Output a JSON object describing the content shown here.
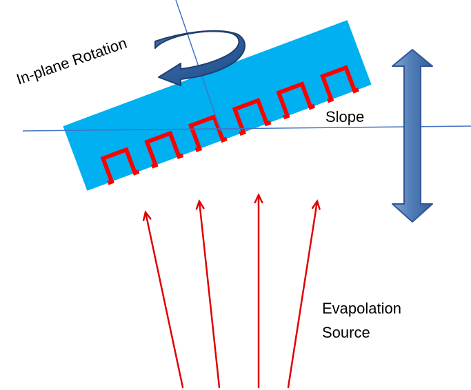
{
  "labels": {
    "rotation": "In-plane Rotation",
    "slope": "Slope",
    "source_line1": "Evapolation",
    "source_line2": "Source"
  },
  "colors": {
    "substrate": "#00B0F0",
    "trench": "#FF0000",
    "arrows": "#E00000",
    "axis_line": "#4472C4",
    "rotation_arrow": "#2F5597",
    "vertical_arrow": "#4F7CB5"
  },
  "trench_count": 6,
  "arrow_count": 4
}
